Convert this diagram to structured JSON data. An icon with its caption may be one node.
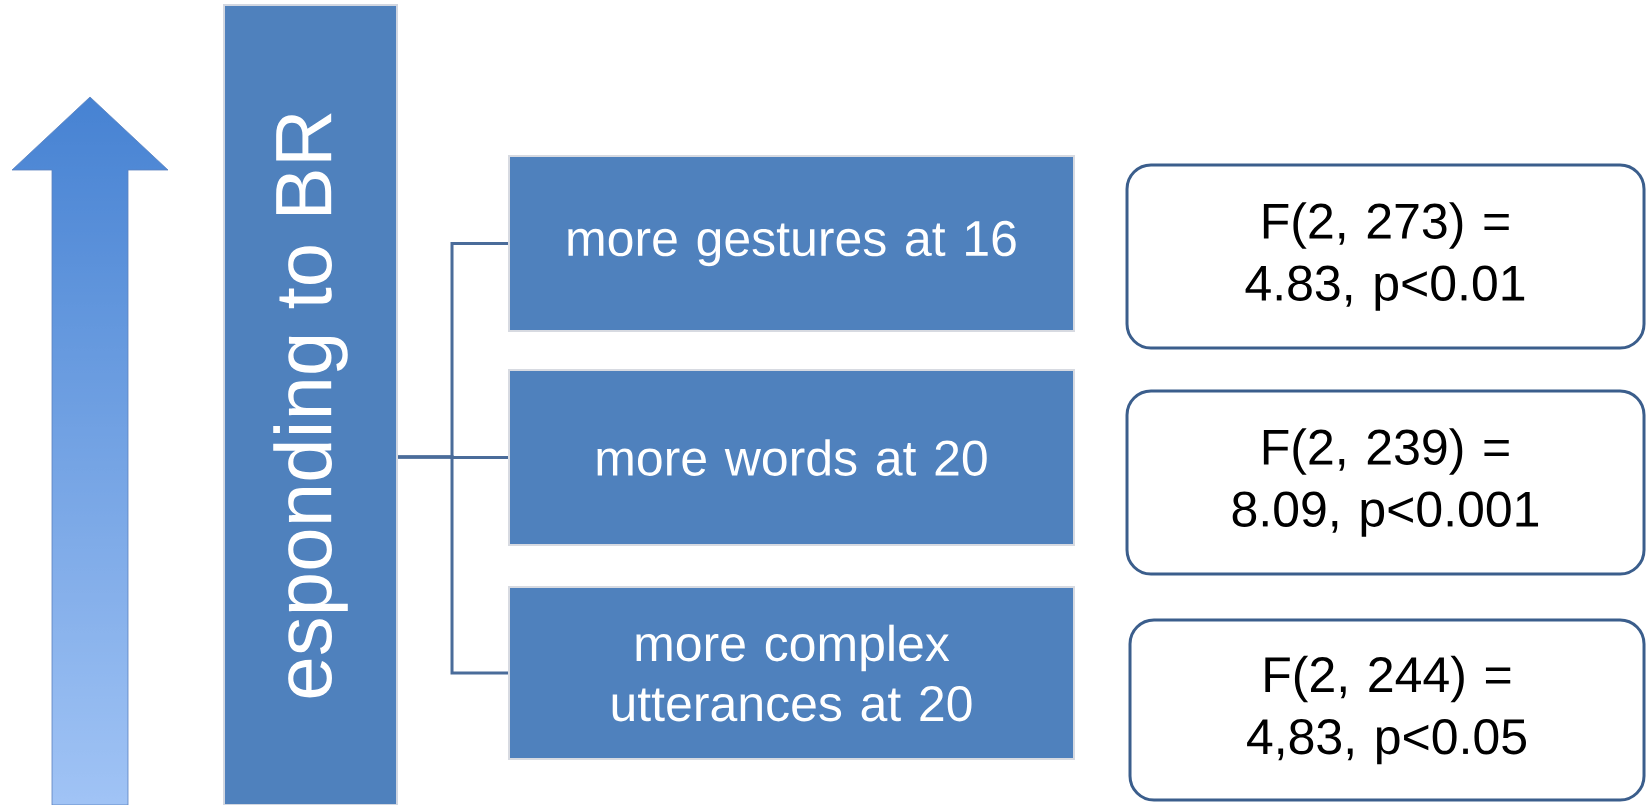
{
  "diagram": {
    "nodes": [
      {
        "text": [
          "esponding to BR"
        ]
      },
      {
        "text": [
          "more gestures at 16"
        ]
      },
      {
        "text": [
          "more words at 20"
        ]
      },
      {
        "text": [
          "more complex utterances at 20"
        ]
      },
      {
        "text": [
          "F(2, 273) = 4.83, p<0.01"
        ]
      },
      {
        "text": [
          "F(2, 239) = 8.09, p<0.001"
        ]
      },
      {
        "text": [
          "F(2, 244) = 4,83, p<0.05"
        ]
      }
    ],
    "edges": [
      {
        "from": 0,
        "to": 1,
        "arrow": "none"
      },
      {
        "from": 0,
        "to": 2,
        "arrow": "none"
      },
      {
        "from": 0,
        "to": 3,
        "arrow": "none"
      }
    ]
  }
}
